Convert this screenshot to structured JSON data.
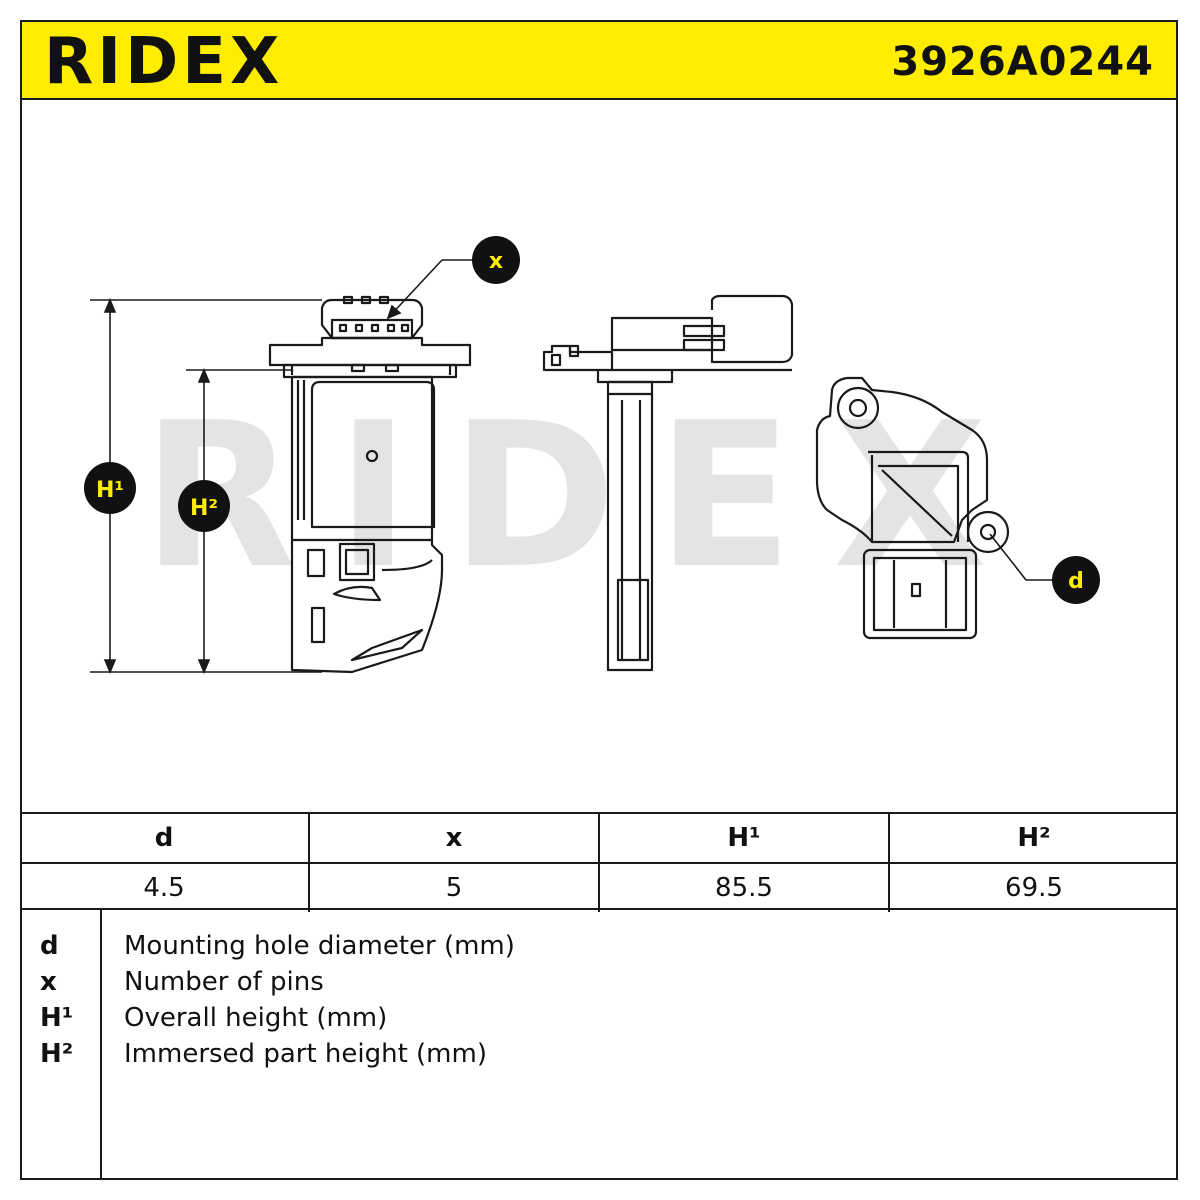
{
  "header": {
    "brand": "RIDEX",
    "part_number": "3926A0244"
  },
  "diagram": {
    "watermark": "RIDEX",
    "callouts": {
      "x": "x",
      "h1": "H¹",
      "h2": "H²",
      "d": "d"
    }
  },
  "spec_table": {
    "headers": [
      "d",
      "x",
      "H¹",
      "H²"
    ],
    "values": [
      "4.5",
      "5",
      "85.5",
      "69.5"
    ]
  },
  "legend": [
    {
      "symbol": "d",
      "description": "Mounting hole diameter (mm)"
    },
    {
      "symbol": "x",
      "description": "Number of pins"
    },
    {
      "symbol": "H¹",
      "description": "Overall height (mm)"
    },
    {
      "symbol": "H²",
      "description": "Immersed part height (mm)"
    }
  ],
  "colors": {
    "accent_yellow": "#ffed00",
    "ink": "#1a1a1a",
    "watermark_gray": "#e4e4e4"
  }
}
